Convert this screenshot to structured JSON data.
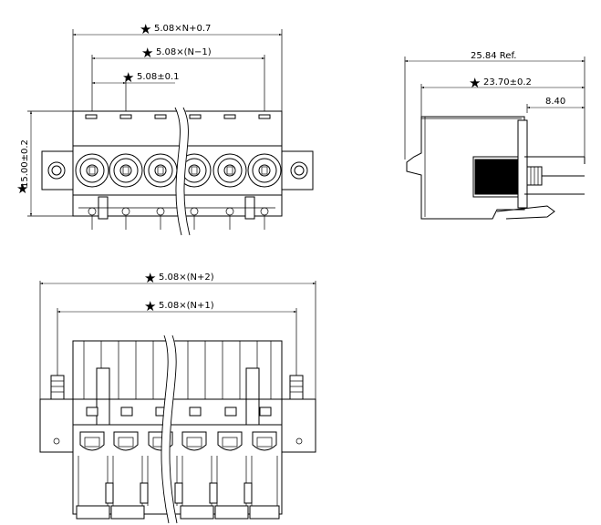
{
  "front_view": {
    "dim_overall": "5.08×N+0.7",
    "dim_inner": "5.08×(N−1)",
    "dim_pitch": "5.08±0.1",
    "dim_height": "15.00±0.2"
  },
  "side_view": {
    "dim_ref": "25.84 Ref.",
    "dim_depth": "23.70±0.2",
    "dim_small": "8.40"
  },
  "bottom_view": {
    "dim_outer": "5.08×(N+2)",
    "dim_inner": "5.08×(N+1)"
  },
  "star_mark": "★"
}
